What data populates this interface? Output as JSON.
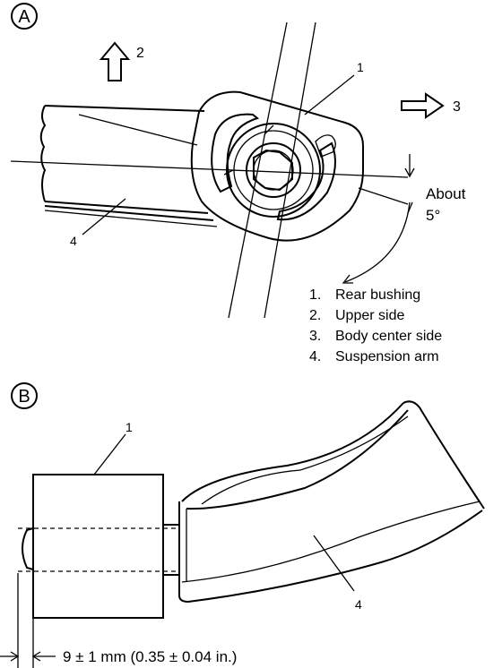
{
  "panel_a": {
    "badge": "A",
    "arrow_up_num": "2",
    "arrow_right_num": "3",
    "callout_1": "1",
    "callout_4": "4",
    "angle_label_line1": "About",
    "angle_label_line2": "5°",
    "legend": [
      {
        "num": "1.",
        "text": "Rear bushing"
      },
      {
        "num": "2.",
        "text": "Upper side"
      },
      {
        "num": "3.",
        "text": "Body center side"
      },
      {
        "num": "4.",
        "text": "Suspension arm"
      }
    ]
  },
  "panel_b": {
    "badge": "B",
    "callout_1": "1",
    "callout_4": "4",
    "dimension": "9 ± 1 mm (0.35 ± 0.04 in.)"
  }
}
